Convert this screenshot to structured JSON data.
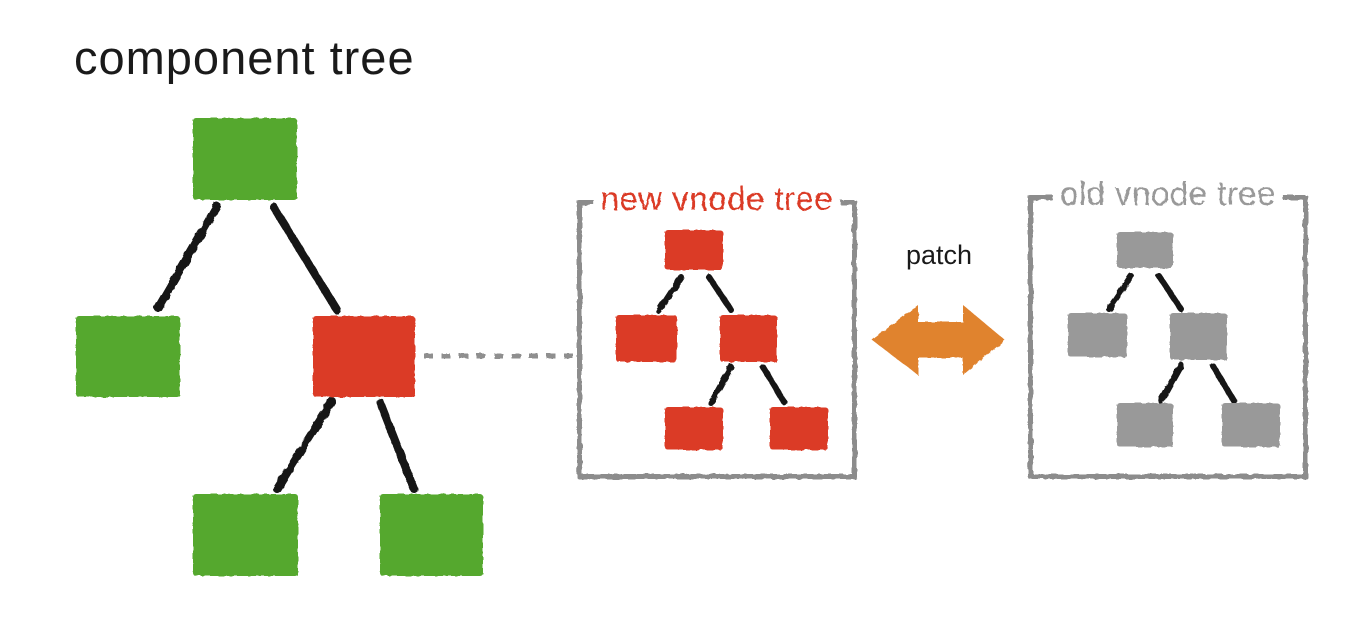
{
  "title": "component tree",
  "colors": {
    "background": "#ffffff",
    "component_green": "#54a82f",
    "highlight_red": "#db3a26",
    "vnode_gray": "#999999",
    "panel_border": "#8c8c8c",
    "edge_black": "#161616",
    "arrow_orange": "#e0832f",
    "dashed_link": "#8f8f8f",
    "title_text": "#1a1a1a"
  },
  "panels": {
    "new_vnode": {
      "label": "new vnode tree",
      "label_color": "#db3a26"
    },
    "old_vnode": {
      "label": "old vnode tree",
      "label_color": "#999999"
    }
  },
  "patch": {
    "label": "patch"
  },
  "diagram": {
    "component_tree": {
      "nodes": [
        {
          "id": "root",
          "color": "green"
        },
        {
          "id": "child-left",
          "color": "green"
        },
        {
          "id": "child-right",
          "color": "red"
        },
        {
          "id": "grandchild-left",
          "color": "green"
        },
        {
          "id": "grandchild-right",
          "color": "green"
        }
      ],
      "edges": [
        [
          "root",
          "child-left"
        ],
        [
          "root",
          "child-right"
        ],
        [
          "child-right",
          "grandchild-left"
        ],
        [
          "child-right",
          "grandchild-right"
        ]
      ]
    },
    "new_vnode_tree": {
      "node_color": "red",
      "nodes": [
        "root",
        "child-left",
        "child-right",
        "grandchild-left",
        "grandchild-right"
      ],
      "edges": [
        [
          "root",
          "child-left"
        ],
        [
          "root",
          "child-right"
        ],
        [
          "child-right",
          "grandchild-left"
        ],
        [
          "child-right",
          "grandchild-right"
        ]
      ]
    },
    "old_vnode_tree": {
      "node_color": "gray",
      "nodes": [
        "root",
        "child-left",
        "child-right",
        "grandchild-left",
        "grandchild-right"
      ],
      "edges": [
        [
          "root",
          "child-left"
        ],
        [
          "root",
          "child-right"
        ],
        [
          "child-right",
          "grandchild-left"
        ],
        [
          "child-right",
          "grandchild-right"
        ]
      ]
    },
    "links": {
      "component_to_new_vnode": "dashed line",
      "new_vnode_to_old_vnode": "double-headed arrow"
    }
  }
}
